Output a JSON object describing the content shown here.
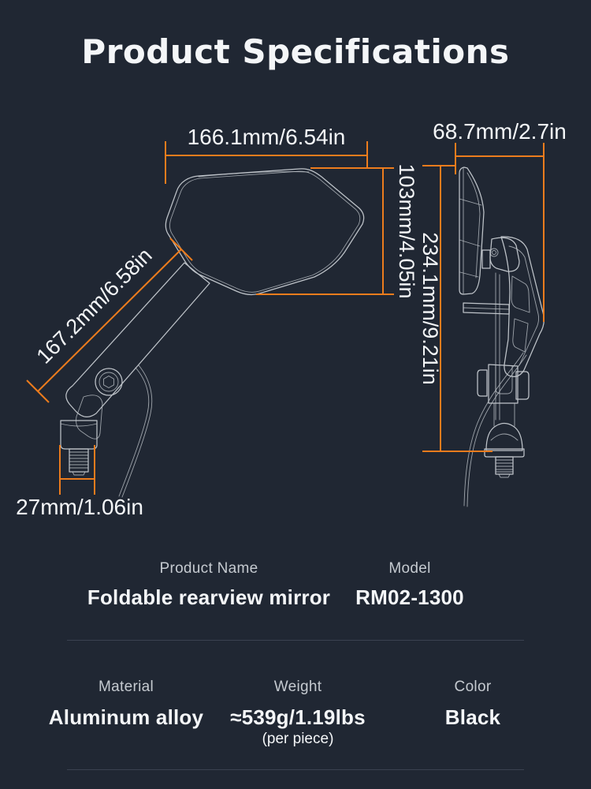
{
  "title": "Product Specifications",
  "colors": {
    "background": "#202733",
    "accent": "#ec7c1d",
    "drawing_line": "#cdd2d7",
    "label_gray": "#c5cad0",
    "text_white": "#f4f6f8",
    "divider": "#3a4250"
  },
  "dimensions": {
    "head_width": "166.1mm/6.54in",
    "head_height": "103mm/4.05in",
    "arm_length": "167.2mm/6.58in",
    "mount_width": "27mm/1.06in",
    "side_depth": "68.7mm/2.7in",
    "total_height": "234.1mm/9.21in"
  },
  "specs": {
    "row1": [
      {
        "label": "Product Name",
        "value": "Foldable rearview mirror"
      },
      {
        "label": "Model",
        "value": "RM02-1300"
      }
    ],
    "row2": [
      {
        "label": "Material",
        "value": "Aluminum alloy"
      },
      {
        "label": "Weight",
        "value": "≈539g/1.19lbs",
        "note": "(per piece)"
      },
      {
        "label": "Color",
        "value": "Black"
      }
    ]
  }
}
